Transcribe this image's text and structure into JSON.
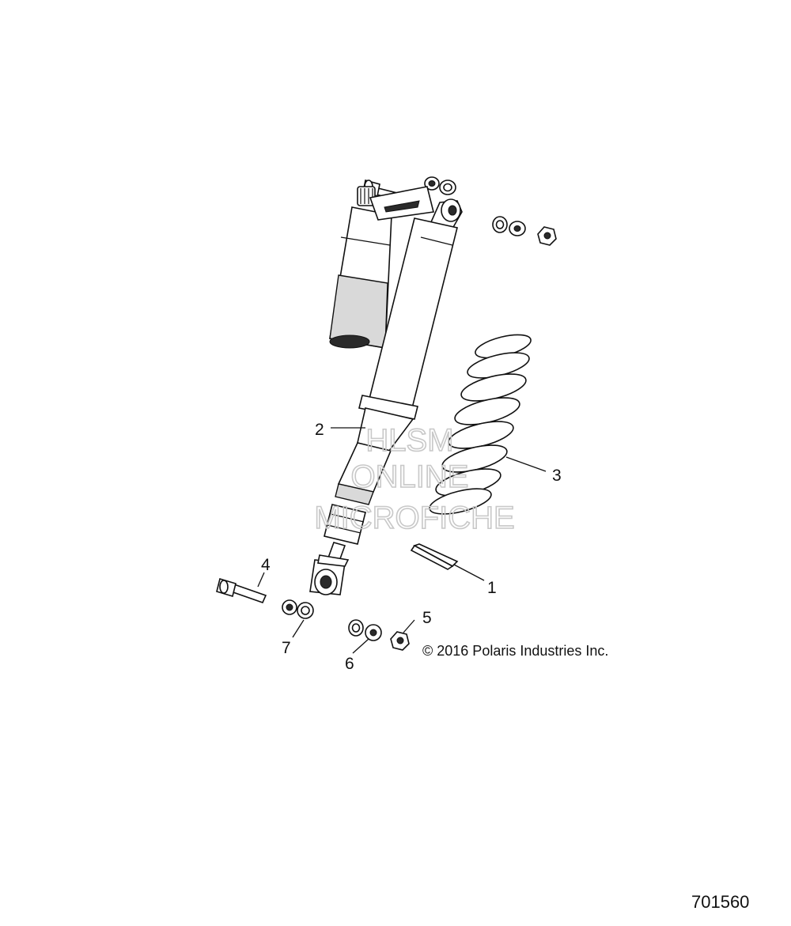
{
  "callouts": [
    {
      "id": "1",
      "text": "1"
    },
    {
      "id": "2",
      "text": "2"
    },
    {
      "id": "3",
      "text": "3"
    },
    {
      "id": "4",
      "text": "4"
    },
    {
      "id": "5",
      "text": "5"
    },
    {
      "id": "6",
      "text": "6"
    },
    {
      "id": "7",
      "text": "7"
    }
  ],
  "copyright": "© 2016 Polaris Industries Inc.",
  "reference_number": "701560",
  "watermark": {
    "line1": "HLSM",
    "line2": "ONLINE",
    "line3": "MICROFICHE"
  }
}
